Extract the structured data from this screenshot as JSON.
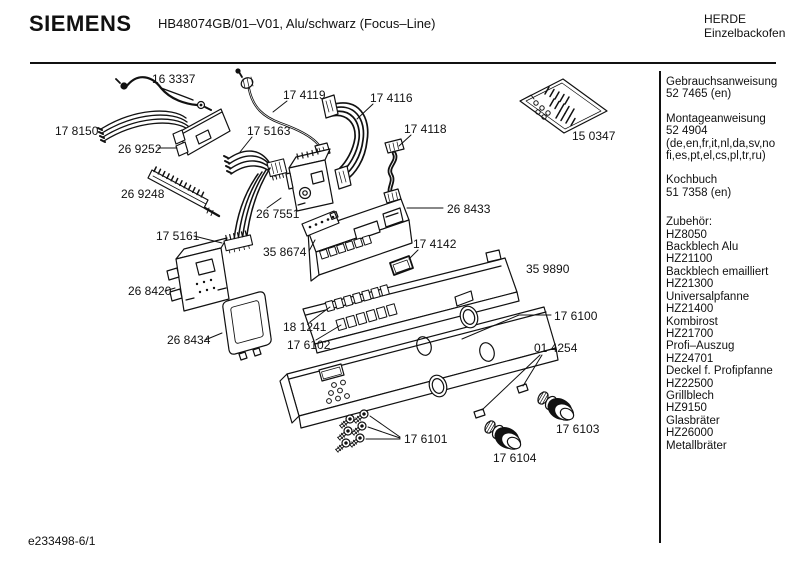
{
  "header": {
    "brand": "SIEMENS",
    "model_title": "HB48074GB/01–V01, Alu/schwarz (Focus–Line)",
    "product_line1": "HERDE",
    "product_line2": "Einzelbackofen"
  },
  "sidebar": {
    "documents": [
      {
        "lines": [
          "Gebrauchsanweisung",
          "52 7465 (en)"
        ]
      },
      {
        "lines": [
          "Montageanweisung",
          "52 4904",
          "(de,en,fr,it,nl,da,sv,no",
          "fi,es,pt,el,cs,pl,tr,ru)"
        ]
      },
      {
        "lines": [
          "Kochbuch",
          "51 7358 (en)"
        ]
      }
    ],
    "accessories_title": "Zubehör:",
    "accessories": [
      {
        "code": "HZ8050",
        "name": "Backblech Alu"
      },
      {
        "code": "HZ21100",
        "name": "Backblech emailliert"
      },
      {
        "code": "HZ21300",
        "name": "Universalpfanne"
      },
      {
        "code": "HZ21400",
        "name": "Kombirost"
      },
      {
        "code": "HZ21700",
        "name": "Profi–Auszug"
      },
      {
        "code": "HZ24701",
        "name": "Deckel f. Profipfanne"
      },
      {
        "code": "HZ22500",
        "name": "Grillblech"
      },
      {
        "code": "HZ9150",
        "name": "Glasbräter"
      },
      {
        "code": "HZ26000",
        "name": "Metallbräter"
      }
    ]
  },
  "diagram": {
    "part_labels": [
      {
        "id": "163337",
        "text": "16 3337"
      },
      {
        "id": "178150",
        "text": "17 8150"
      },
      {
        "id": "269252",
        "text": "26 9252"
      },
      {
        "id": "269248",
        "text": "26 9248"
      },
      {
        "id": "174119",
        "text": "17 4119"
      },
      {
        "id": "175163",
        "text": "17 5163"
      },
      {
        "id": "174116",
        "text": "17 4116"
      },
      {
        "id": "174118",
        "text": "17 4118"
      },
      {
        "id": "267551",
        "text": "26 7551"
      },
      {
        "id": "268433",
        "text": "26 8433"
      },
      {
        "id": "174142",
        "text": "17 4142"
      },
      {
        "id": "359890",
        "text": "35 9890"
      },
      {
        "id": "175161",
        "text": "17 5161"
      },
      {
        "id": "358674",
        "text": "35 8674"
      },
      {
        "id": "268420",
        "text": "26 8420"
      },
      {
        "id": "181241",
        "text": "18 1241"
      },
      {
        "id": "268434",
        "text": "26 8434"
      },
      {
        "id": "176102",
        "text": "17 6102"
      },
      {
        "id": "176100",
        "text": "17 6100"
      },
      {
        "id": "014254",
        "text": "01 4254"
      },
      {
        "id": "176101",
        "text": "17 6101"
      },
      {
        "id": "176103",
        "text": "17 6103"
      },
      {
        "id": "176104",
        "text": "17 6104"
      },
      {
        "id": "150347",
        "text": "15 0347"
      }
    ]
  },
  "footer": {
    "drawing_number": "e233498-6/1"
  }
}
